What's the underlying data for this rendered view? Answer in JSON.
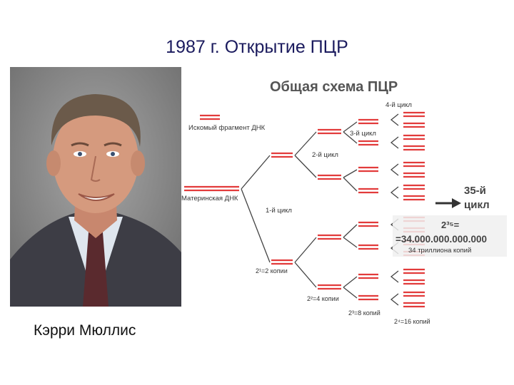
{
  "slide": {
    "title": "1987 г. Открытие ПЦР",
    "caption": "Кэрри Мюллис"
  },
  "photo": {
    "description_icon": "portrait-photo",
    "background_color": "#8f8f8f"
  },
  "scheme": {
    "title": "Общая схема ПЦР",
    "legend_fragment": "Искомый фрагмент ДНК",
    "maternal_dna": "Материнская ДНК",
    "cycle1": "1-й цикл",
    "cycle2": "2-й цикл",
    "cycle3": "3-й цикл",
    "cycle4": "4-й цикл",
    "cycle35_line1": "35-й",
    "cycle35_line2": "цикл",
    "copies2": "2¹=2 копии",
    "copies4": "2²=4 копии",
    "copies8": "2³=8 копий",
    "copies16": "2⁴=16 копий",
    "result_power": "2³⁵=",
    "result_number": "=34.000.000.000.000",
    "result_text": "34 триллиона копий",
    "colors": {
      "strand": "#e23b3b",
      "text": "#333333",
      "title": "#555555"
    }
  }
}
